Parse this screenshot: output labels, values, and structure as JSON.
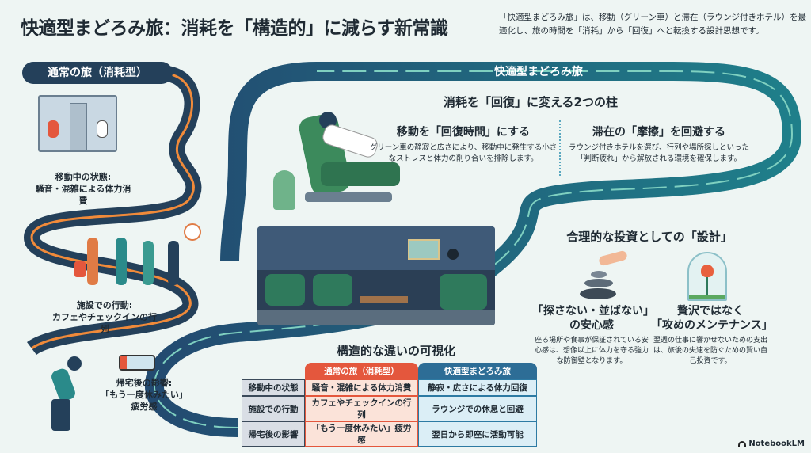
{
  "title": "快適型まどろみ旅：消耗を「構造的」に減らす新常識",
  "subtitle": "「快適型まどろみ旅」は、移動（グリーン車）と滞在（ラウンジ付きホテル）を最適化し、旅の時間を「消耗」から「回復」へと転換する設計思想です。",
  "left": {
    "header": "通常の旅（消耗型）",
    "items": [
      {
        "title": "移動中の状態:",
        "desc": "騒音・混雑による体力消費"
      },
      {
        "title": "施設での行動:",
        "desc": "カフェやチェックインの行列"
      },
      {
        "title": "帰宅後の影響:",
        "desc": "「もう一度休みたい」",
        "desc2": "疲労感"
      }
    ]
  },
  "right": {
    "header": "快適型まどろみ旅",
    "pillars_title": "消耗を「回復」に変える2つの柱",
    "pillars": [
      {
        "title": "移動を「回復時間」にする",
        "desc": "グリーン車の静寂と広さにより、移動中に発生する小さなストレスと体力の削り合いを排除します。"
      },
      {
        "title": "滞在の「摩擦」を回避する",
        "desc": "ラウンジ付きホテルを選び、行列や場所探しといった「判断疲れ」から解放される環境を確保します。"
      }
    ],
    "invest_title": "合理的な投資としての「設計」",
    "invest": [
      {
        "title": "「探さない・並ばない」",
        "title2": "の安心感",
        "desc": "座る場所や食事が保証されている安心感は、想像以上に体力を守る強力な防御壁となります。"
      },
      {
        "title": "贅沢ではなく",
        "title2": "「攻めのメンテナンス」",
        "desc": "翌週の仕事に響かせないための支出は、旅後の失速を防ぐための賢い自己投資です。"
      }
    ]
  },
  "table": {
    "title": "構造的な違いの可視化",
    "headers": [
      "通常の旅（消耗型）",
      "快適型まどろみ旅"
    ],
    "rows": [
      {
        "label": "移動中の状態",
        "normal": "騒音・混雑による体力消費",
        "comfort": "静寂・広さによる体力回復"
      },
      {
        "label": "施設での行動",
        "normal": "カフェやチェックインの行列",
        "comfort": "ラウンジでの休息と回避"
      },
      {
        "label": "帰宅後の影響",
        "normal": "「もう一度休みたい」疲労感",
        "comfort": "翌日から即座に活動可能"
      }
    ]
  },
  "brand": "NotebookLM",
  "colors": {
    "navy": "#24405a",
    "blue": "#2d6d96",
    "red": "#e4573d",
    "orange": "#f08a3a",
    "teal": "#2a8a8a"
  }
}
